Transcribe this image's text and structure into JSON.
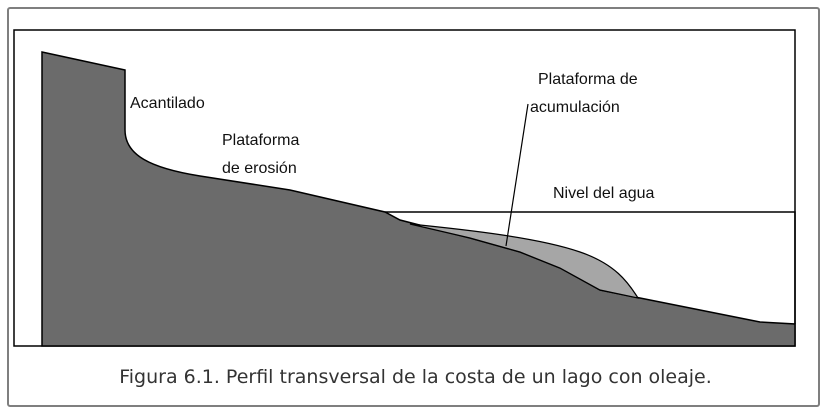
{
  "diagram": {
    "labels": {
      "cliff": "Acantilado",
      "erosion_line1": "Plataforma",
      "erosion_line2": "de erosión",
      "accumulation_line1": "Plataforma de",
      "accumulation_line2": "acumulación",
      "water_level": "Nivel del agua"
    },
    "colors": {
      "terrain": "#6b6b6b",
      "accumulation": "#a6a6a6",
      "outline": "#000000",
      "frame": "#7f7f7f"
    }
  },
  "caption": "Figura 6.1. Perfil transversal de la costa de un lago con oleaje."
}
